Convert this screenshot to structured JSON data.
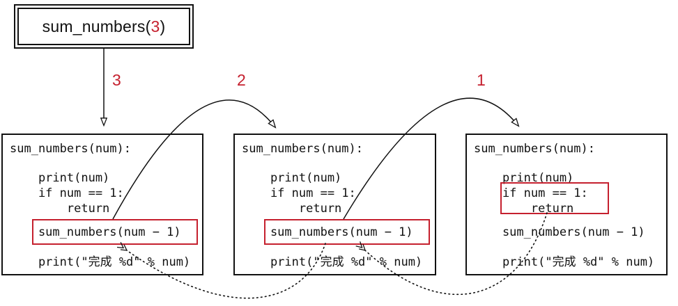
{
  "diagram_title": "sum_numbers recursion trace",
  "colors": {
    "accent_red": "#c5202e",
    "ink": "#111111",
    "background": "#ffffff"
  },
  "call_box": {
    "prefix": "sum_numbers(",
    "arg": "3",
    "suffix": ")"
  },
  "arrow_labels": {
    "call_1": "3",
    "call_2": "2",
    "call_3": "1"
  },
  "code_lines": [
    "sum_numbers(num):",
    "    print(num)",
    "    if num == 1:",
    "        return",
    "    sum_numbers(num − 1)",
    "    print(\"完成 %d\" % num)"
  ],
  "frames": [
    {
      "name": "frame-num-3",
      "highlight": "recursive-call"
    },
    {
      "name": "frame-num-2",
      "highlight": "recursive-call"
    },
    {
      "name": "frame-num-1",
      "highlight": "base-case"
    }
  ]
}
